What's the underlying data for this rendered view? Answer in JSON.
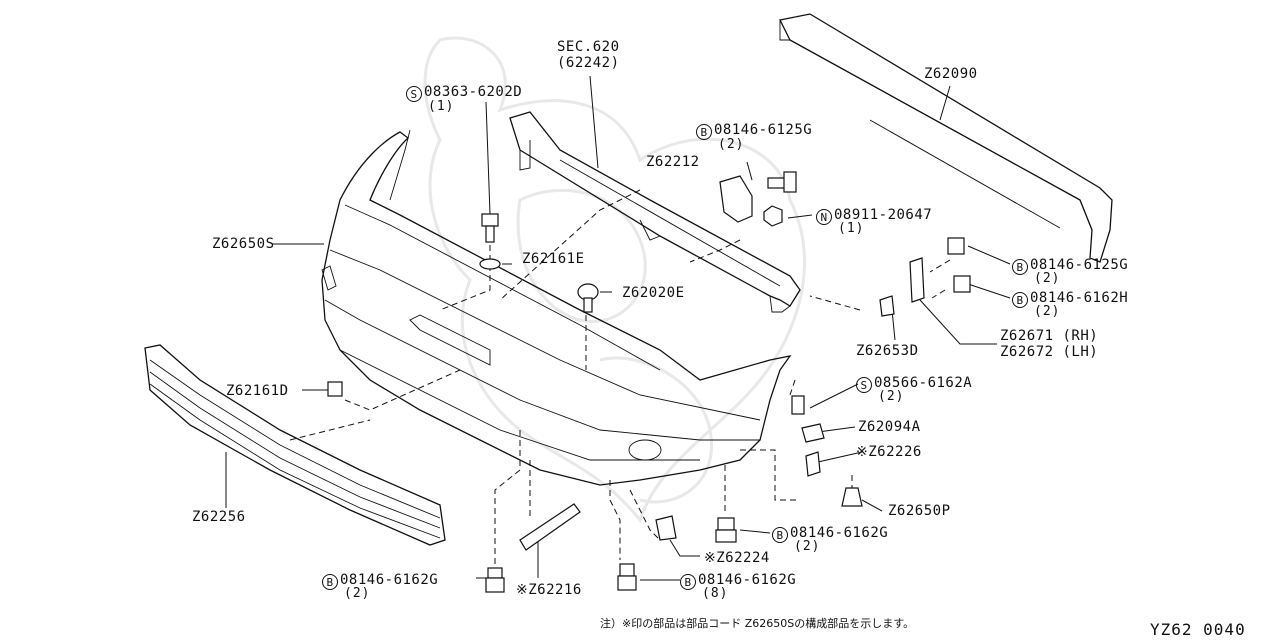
{
  "diagram_code": "YZ62 0040",
  "footnote": "注）※印の部品は部品コード Z62650Sの構成部品を示します。",
  "labels": {
    "sec620": "SEC.620",
    "sec620_sub": "(62242)",
    "z62090": "Z62090",
    "s08363": "08363-6202D",
    "s08363_qty": "(1)",
    "b08146_6125g_top": "08146-6125G",
    "b08146_6125g_top_qty": "(2)",
    "z62212": "Z62212",
    "n08911": "08911-20647",
    "n08911_qty": "(1)",
    "z62650s": "Z62650S",
    "z62161e": "Z62161E",
    "z62020e": "Z62020E",
    "b08146_6125g_right": "08146-6125G",
    "b08146_6125g_right_qty": "(2)",
    "b08146_6162h": "08146-6162H",
    "b08146_6162h_qty": "(2)",
    "z62671": "Z62671 (RH)",
    "z62672": "Z62672 (LH)",
    "z62653d": "Z62653D",
    "z62161d": "Z62161D",
    "s08566": "08566-6162A",
    "s08566_qty": "(2)",
    "z62094a": "Z62094A",
    "z62226": "※Z62226",
    "z62650p": "Z62650P",
    "z62256": "Z62256",
    "b08146_6162g_mid": "08146-6162G",
    "b08146_6162g_mid_qty": "(2)",
    "z62224": "※Z62224",
    "b08146_6162g_left": "08146-6162G",
    "b08146_6162g_left_qty": "(2)",
    "z62216": "※Z62216",
    "b08146_6162g_bottom": "08146-6162G",
    "b08146_6162g_bottom_qty": "(8)"
  },
  "prefix_symbols": {
    "S": "S",
    "B": "B",
    "N": "N"
  }
}
